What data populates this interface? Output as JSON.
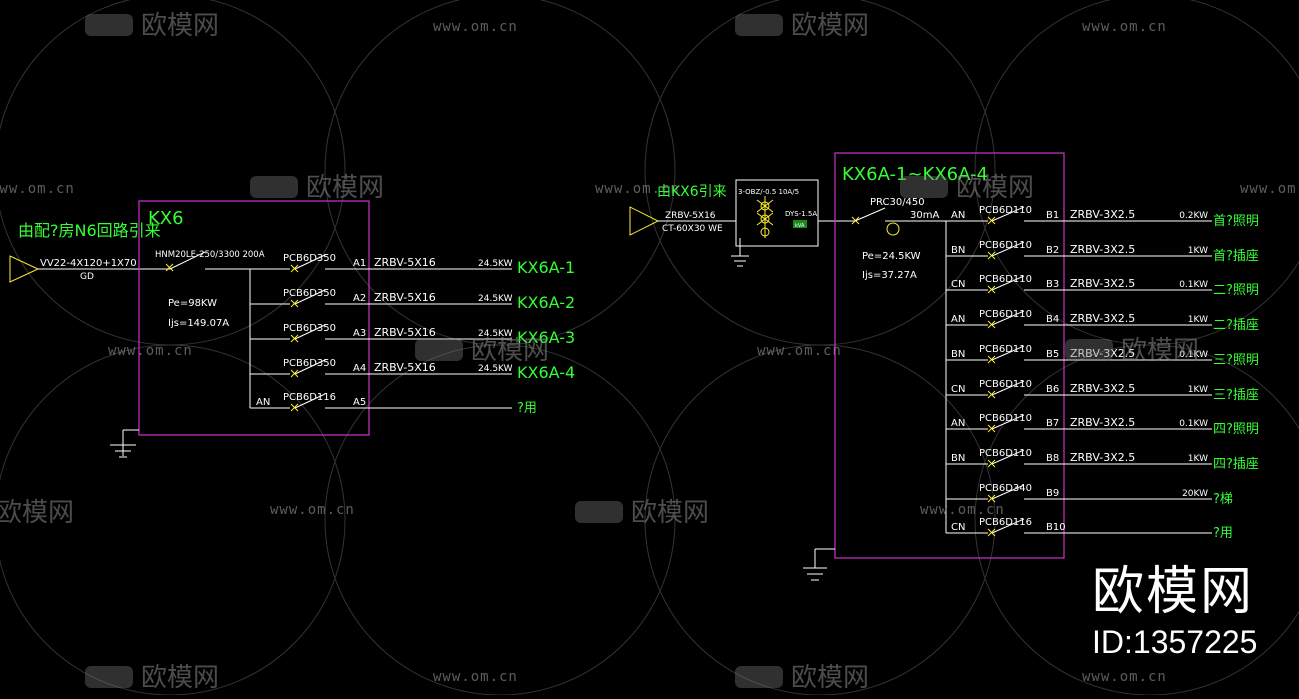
{
  "watermark": {
    "logo_text": "欧模网",
    "url": "www.om.cn"
  },
  "brand": {
    "name": "欧模网",
    "id": "ID:1357225"
  },
  "kx6": {
    "source_label": "由配?房N6回路引来",
    "feeder_cable": "VV22-4X120+1X70",
    "feeder_cable_sub": "GD",
    "panel_title": "KX6",
    "main_breaker": "HNM20LE-250/3300 200A",
    "pe": "Pe=98KW",
    "ijs": "Ijs=149.07A",
    "circuits": [
      {
        "breaker": "PCB6D350",
        "phase": "",
        "id": "A1",
        "cable": "ZRBV-5X16",
        "power": "24.5KW",
        "dest": "KX6A-1"
      },
      {
        "breaker": "PCB6D350",
        "phase": "",
        "id": "A2",
        "cable": "ZRBV-5X16",
        "power": "24.5KW",
        "dest": "KX6A-2"
      },
      {
        "breaker": "PCB6D350",
        "phase": "",
        "id": "A3",
        "cable": "ZRBV-5X16",
        "power": "24.5KW",
        "dest": "KX6A-3"
      },
      {
        "breaker": "PCB6D350",
        "phase": "",
        "id": "A4",
        "cable": "ZRBV-5X16",
        "power": "24.5KW",
        "dest": "KX6A-4"
      },
      {
        "breaker": "PCB6D116",
        "phase": "AN",
        "id": "A5",
        "cable": "",
        "power": "",
        "dest": "?用"
      }
    ]
  },
  "kx6a": {
    "source_label": "由KX6引来",
    "feeder_cable": "ZRBV-5X16",
    "feeder_cable_sub": "CT-60X30 WE",
    "spd_label": "3-OBZ/-0.5 10A/5",
    "spd_label2": "DYS-1.5A",
    "spd_small": "kVA",
    "panel_title": "KX6A-1~KX6A-4",
    "rcd_label": "PRC30/450",
    "rcd_current": "30mA",
    "pe": "Pe=24.5KW",
    "ijs": "Ijs=37.27A",
    "circuits": [
      {
        "phase": "AN",
        "breaker": "PCB6D110",
        "id": "B1",
        "cable": "ZRBV-3X2.5",
        "power": "0.2KW",
        "dest": "首?照明"
      },
      {
        "phase": "BN",
        "breaker": "PCB6D110",
        "id": "B2",
        "cable": "ZRBV-3X2.5",
        "power": "1KW",
        "dest": "首?插座"
      },
      {
        "phase": "CN",
        "breaker": "PCB6D110",
        "id": "B3",
        "cable": "ZRBV-3X2.5",
        "power": "0.1KW",
        "dest": "二?照明"
      },
      {
        "phase": "AN",
        "breaker": "PCB6D110",
        "id": "B4",
        "cable": "ZRBV-3X2.5",
        "power": "1KW",
        "dest": "二?插座"
      },
      {
        "phase": "BN",
        "breaker": "PCB6D110",
        "id": "B5",
        "cable": "ZRBV-3X2.5",
        "power": "0.1KW",
        "dest": "三?照明"
      },
      {
        "phase": "CN",
        "breaker": "PCB6D110",
        "id": "B6",
        "cable": "ZRBV-3X2.5",
        "power": "1KW",
        "dest": "三?插座"
      },
      {
        "phase": "AN",
        "breaker": "PCB6D110",
        "id": "B7",
        "cable": "ZRBV-3X2.5",
        "power": "0.1KW",
        "dest": "四?照明"
      },
      {
        "phase": "BN",
        "breaker": "PCB6D110",
        "id": "B8",
        "cable": "ZRBV-3X2.5",
        "power": "1KW",
        "dest": "四?插座"
      },
      {
        "phase": "",
        "breaker": "PCB6D340",
        "id": "B9",
        "cable": "",
        "power": "20KW",
        "dest": "?梯"
      },
      {
        "phase": "CN",
        "breaker": "PCB6D116",
        "id": "B10",
        "cable": "",
        "power": "",
        "dest": "?用"
      }
    ]
  }
}
